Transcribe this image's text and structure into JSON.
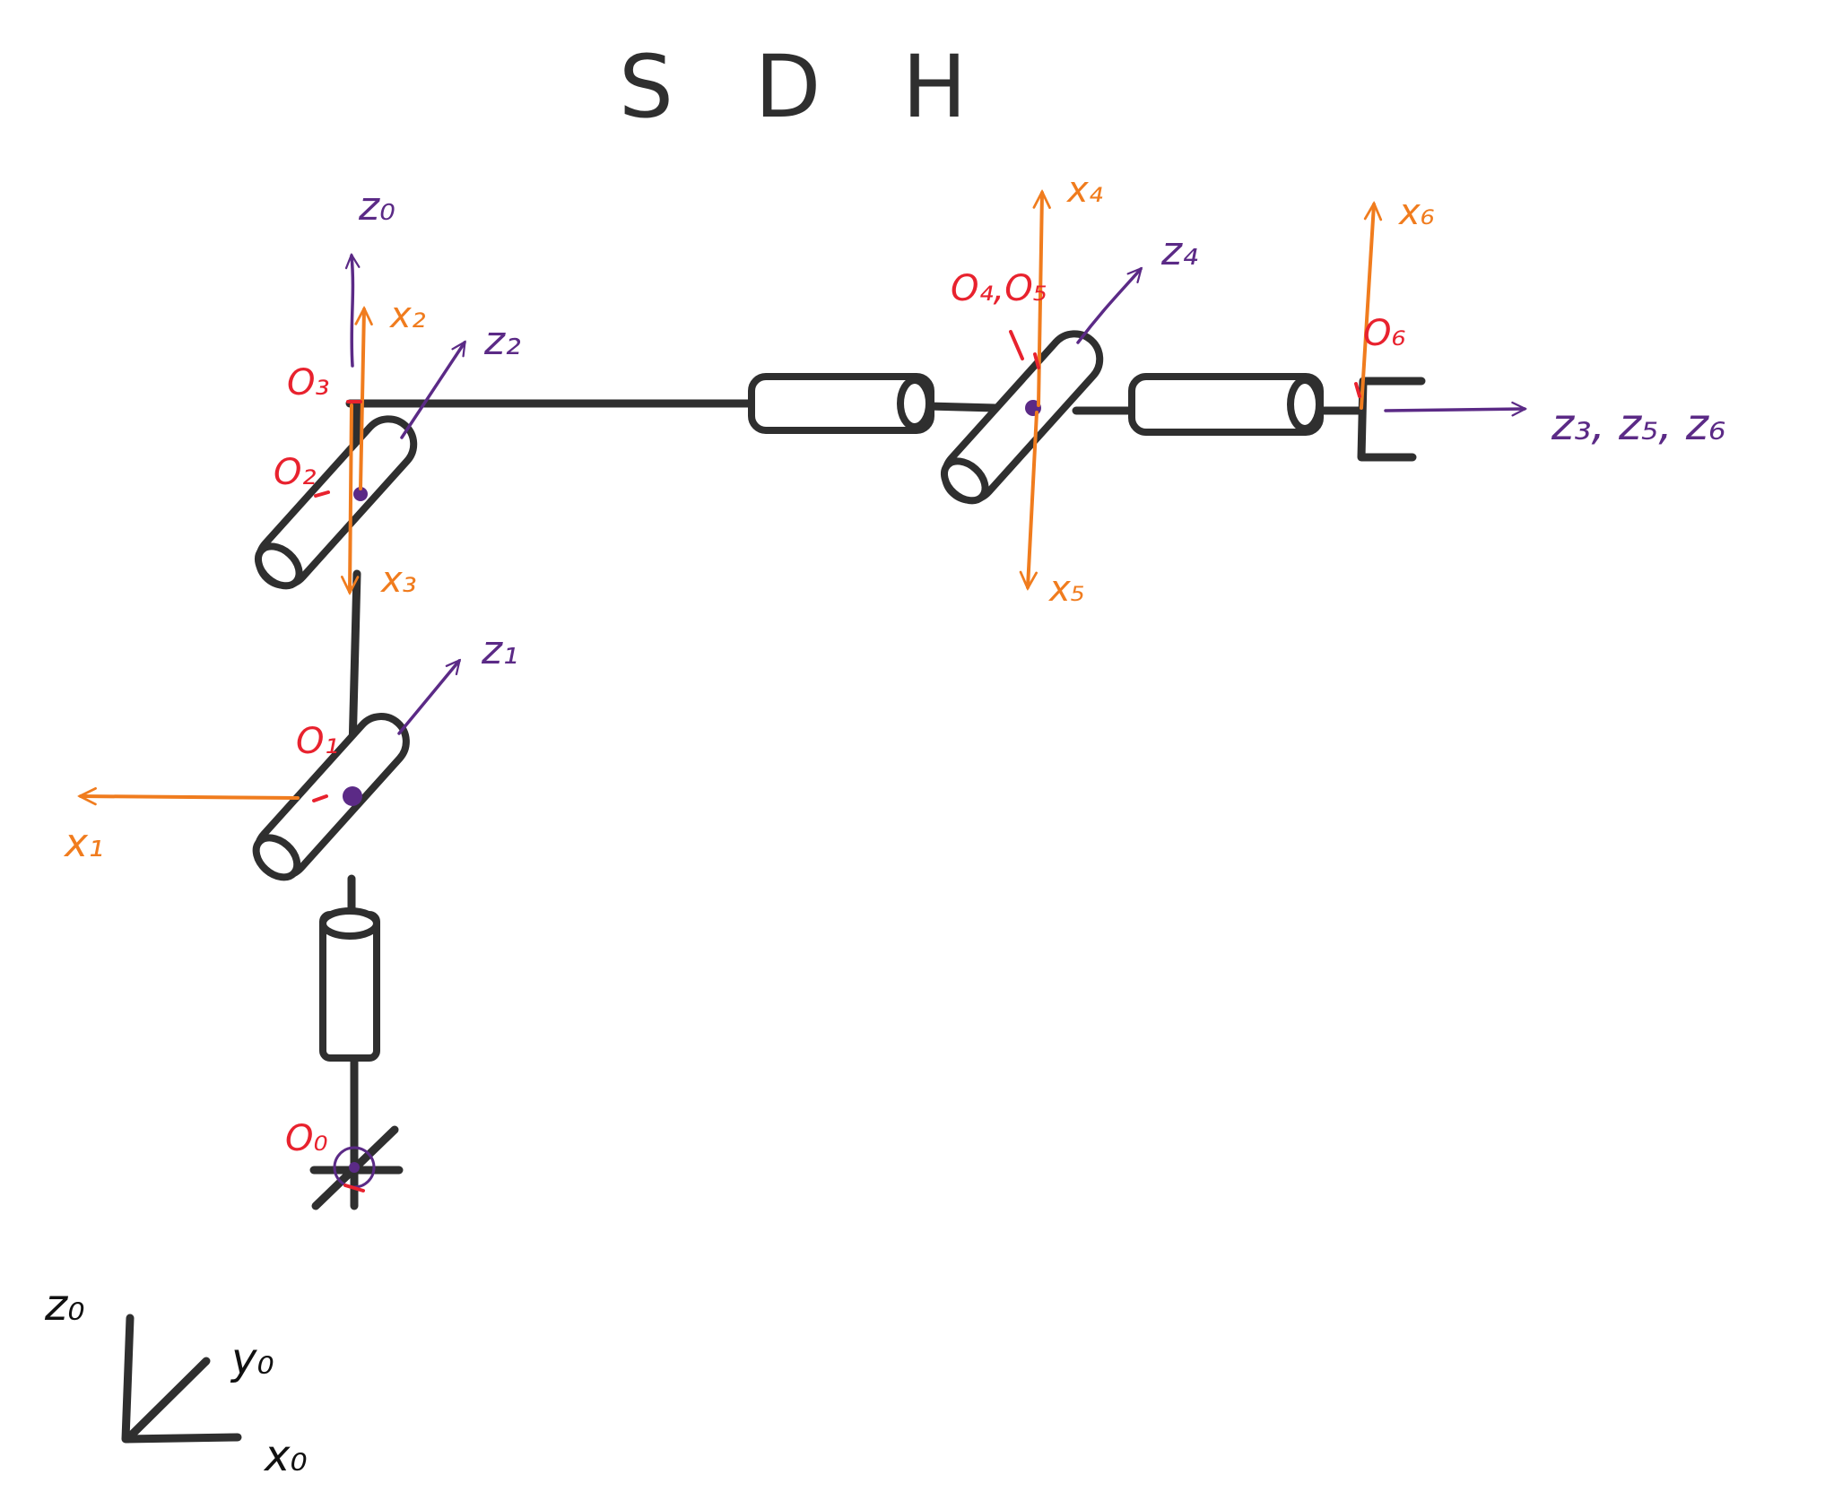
{
  "title": "S D H",
  "colors": {
    "ink": "#2f2f2f",
    "z_axis": "#5b2a86",
    "x_axis": "#f07c1e",
    "origin": "#e8222e"
  },
  "origins": {
    "o0": "O₀",
    "o1": "O₁",
    "o2": "O₂",
    "o3": "O₃",
    "o45": "O₄,O₅",
    "o6": "O₆"
  },
  "z_axes": {
    "z0": "z₀",
    "z1": "z₁",
    "z2": "z₂",
    "z4": "z₄",
    "z356": "z₃, z₅, z₆"
  },
  "x_axes": {
    "x1": "x₁",
    "x2": "x₂",
    "x3": "x₃",
    "x4": "x₄",
    "x5": "x₅",
    "x6": "x₆"
  },
  "base_frame": {
    "z": "z₀",
    "y": "y₀",
    "x": "x₀"
  }
}
